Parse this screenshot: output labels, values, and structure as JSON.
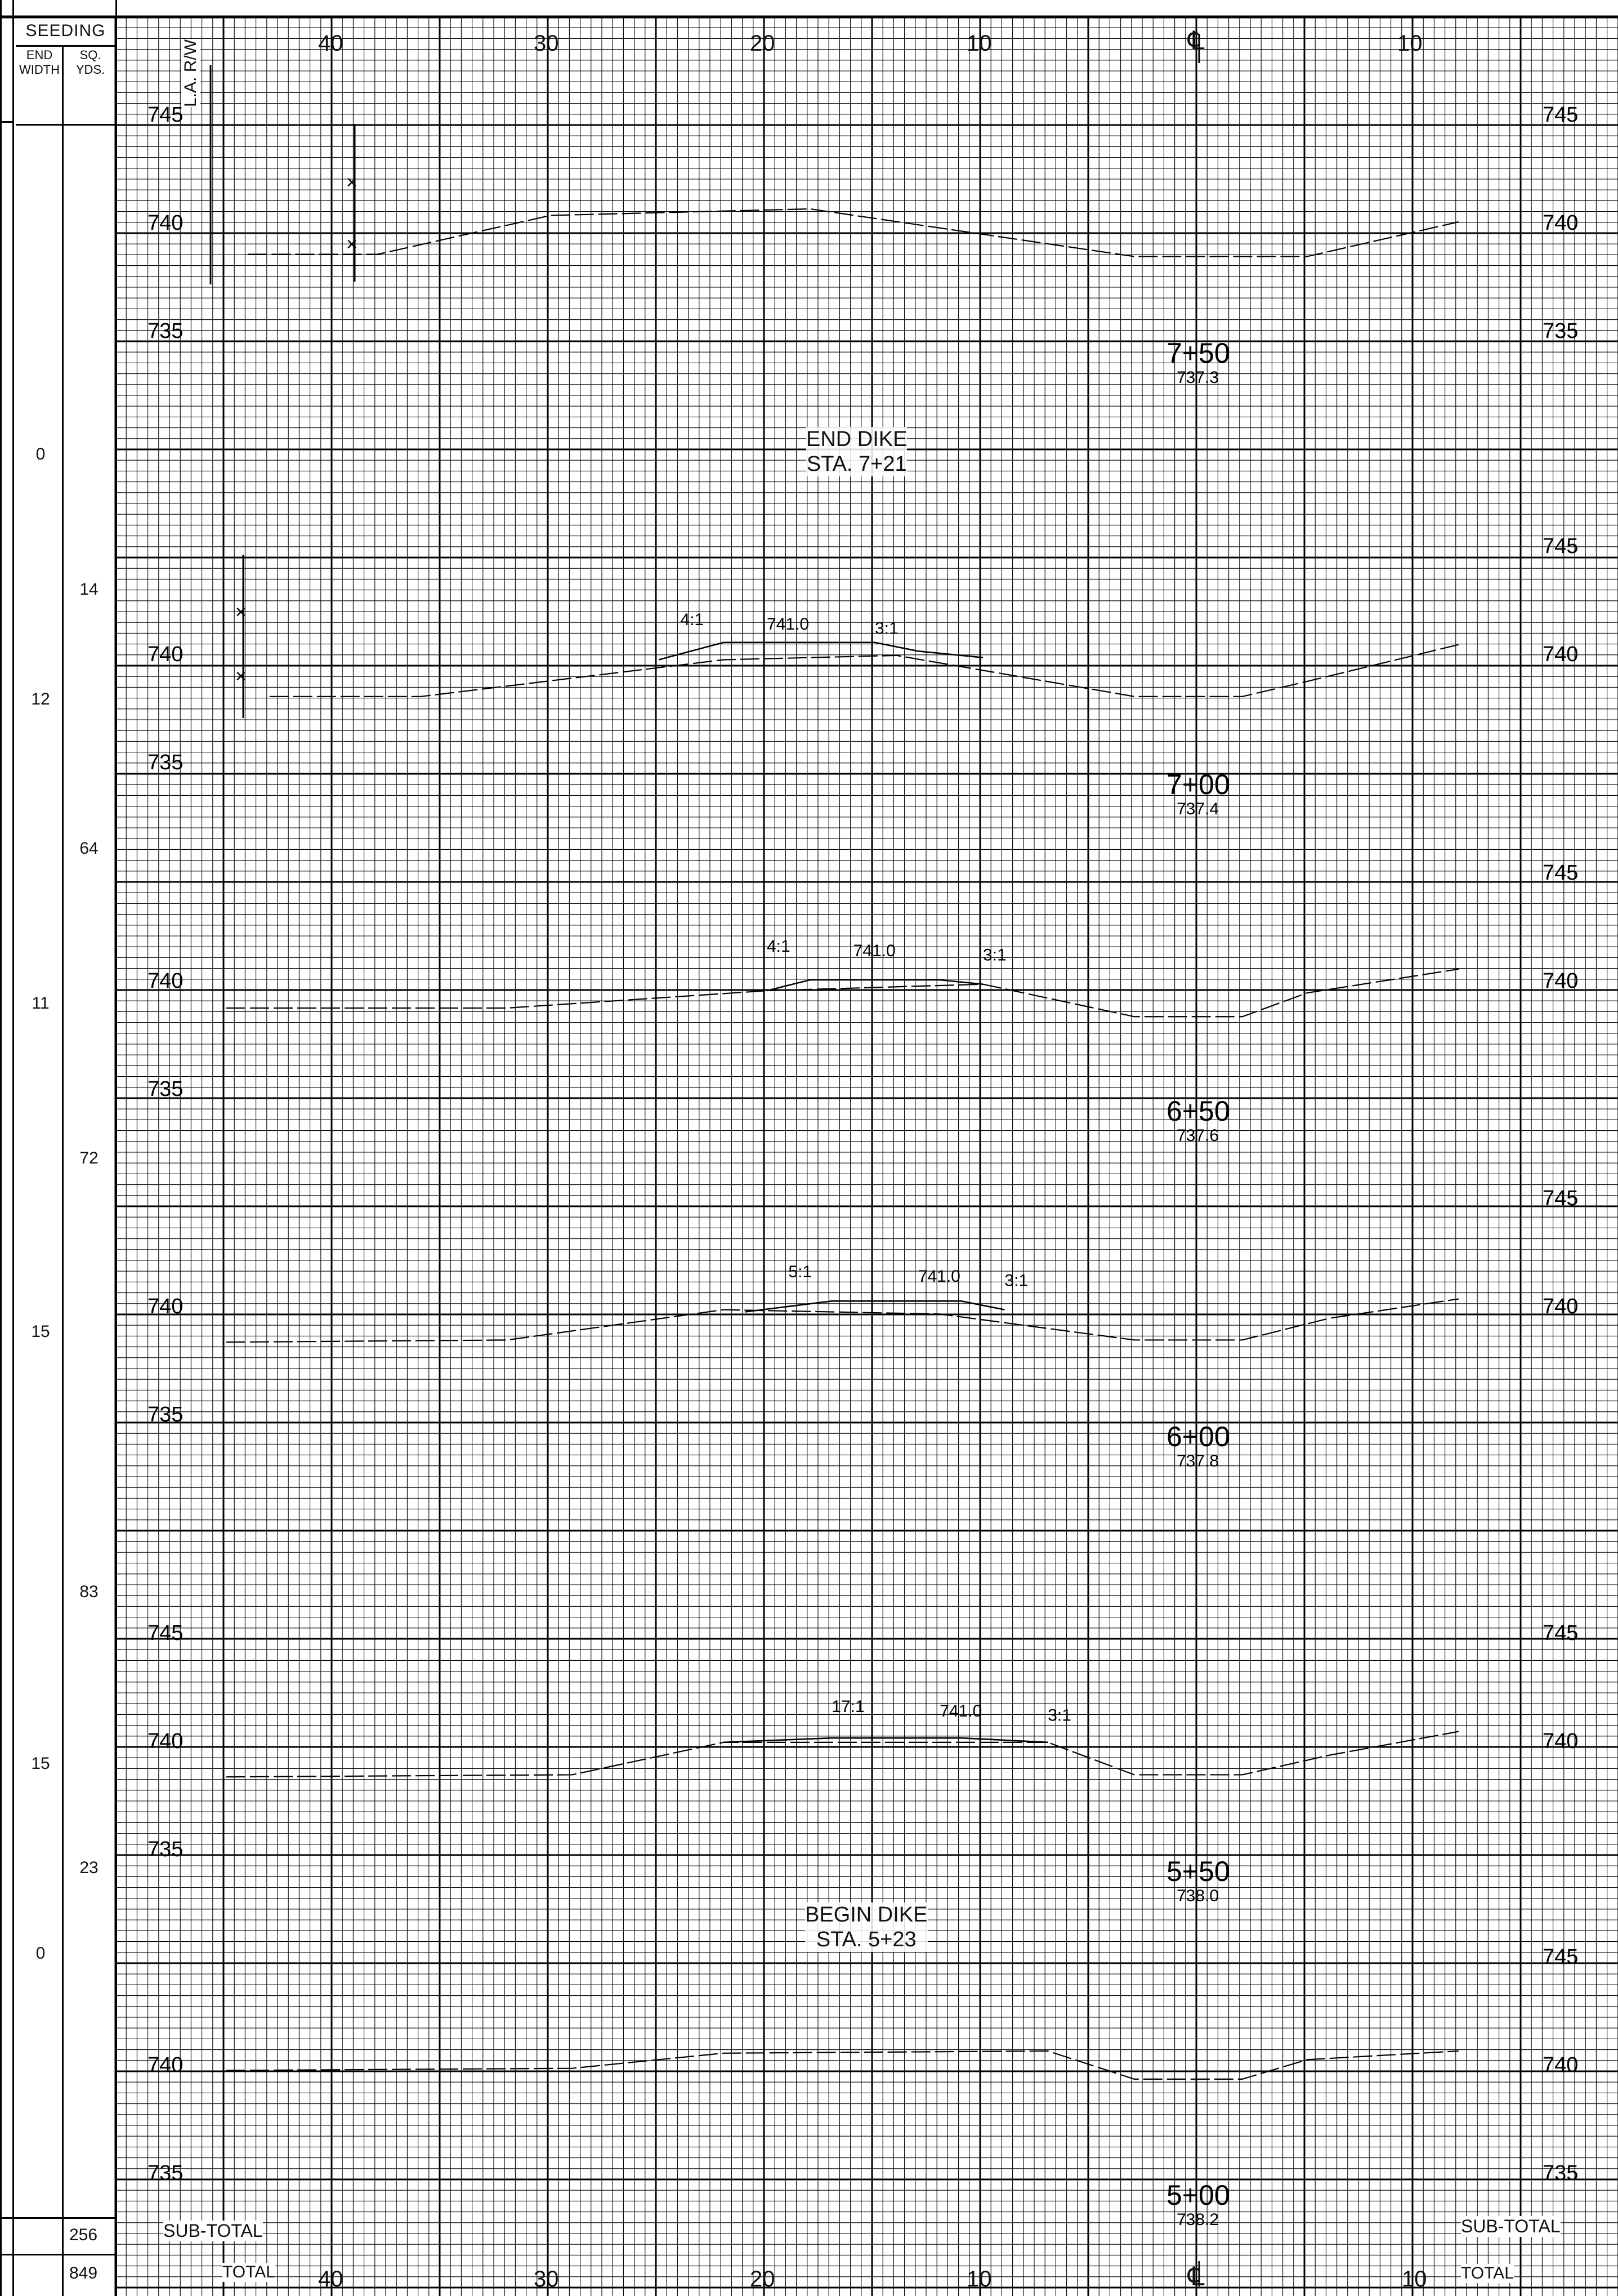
{
  "seeding": {
    "header": "SEEDING",
    "col1": [
      "END",
      "WIDTH"
    ],
    "col2": [
      "SQ.",
      "YDS."
    ],
    "end_widths": [
      {
        "value": "0"
      },
      {
        "value": "12"
      },
      {
        "value": "11"
      },
      {
        "value": "15"
      },
      {
        "value": "15"
      },
      {
        "value": "0"
      }
    ],
    "sq_yds": [
      {
        "value": "14"
      },
      {
        "value": "64"
      },
      {
        "value": "72"
      },
      {
        "value": "83"
      },
      {
        "value": "23"
      }
    ],
    "subtotal_value": "256",
    "total_value": "849"
  },
  "axis": {
    "top_ticks": [
      "40",
      "30",
      "20",
      "10",
      "℄",
      "10"
    ],
    "bottom_ticks": [
      "40",
      "30",
      "20",
      "10",
      "℄",
      "10"
    ],
    "subtotal_label": "SUB-TOTAL",
    "total_label": "TOTAL"
  },
  "row_label": "L.A. R/W",
  "notes": [
    {
      "lines": [
        "END DIKE",
        "STA. 7+21"
      ]
    },
    {
      "lines": [
        "BEGIN DIKE",
        "STA. 5+23"
      ]
    }
  ],
  "sections": [
    {
      "station": "7+50",
      "elev": "737.3",
      "left_labels": [
        "745",
        "740",
        "735"
      ],
      "right_labels": [
        "745",
        "740",
        "735"
      ],
      "dike": null
    },
    {
      "station": "7+00",
      "elev": "737.4",
      "left_labels": [
        "740",
        "735"
      ],
      "right_labels": [
        "745",
        "740"
      ],
      "dike": {
        "top": "741.0",
        "left_slope": "4:1",
        "right_slope": "3:1"
      }
    },
    {
      "station": "6+50",
      "elev": "737.6",
      "left_labels": [
        "740",
        "735"
      ],
      "right_labels": [
        "745",
        "740"
      ],
      "dike": {
        "top": "741.0",
        "left_slope": "4:1",
        "right_slope": "3:1"
      }
    },
    {
      "station": "6+00",
      "elev": "737.8",
      "left_labels": [
        "740",
        "735"
      ],
      "right_labels": [
        "745",
        "740"
      ],
      "dike": {
        "top": "741.0",
        "left_slope": "5:1",
        "right_slope": "3:1"
      }
    },
    {
      "station": "5+50",
      "elev": "738.0",
      "left_labels": [
        "745",
        "740",
        "735"
      ],
      "right_labels": [
        "745",
        "740"
      ],
      "dike": {
        "top": "741.0",
        "left_slope": "17:1",
        "right_slope": "3:1"
      }
    },
    {
      "station": "5+00",
      "elev": "738.2",
      "left_labels": [
        "740",
        "735"
      ],
      "right_labels": [
        "745",
        "740",
        "735"
      ],
      "dike": null
    }
  ]
}
